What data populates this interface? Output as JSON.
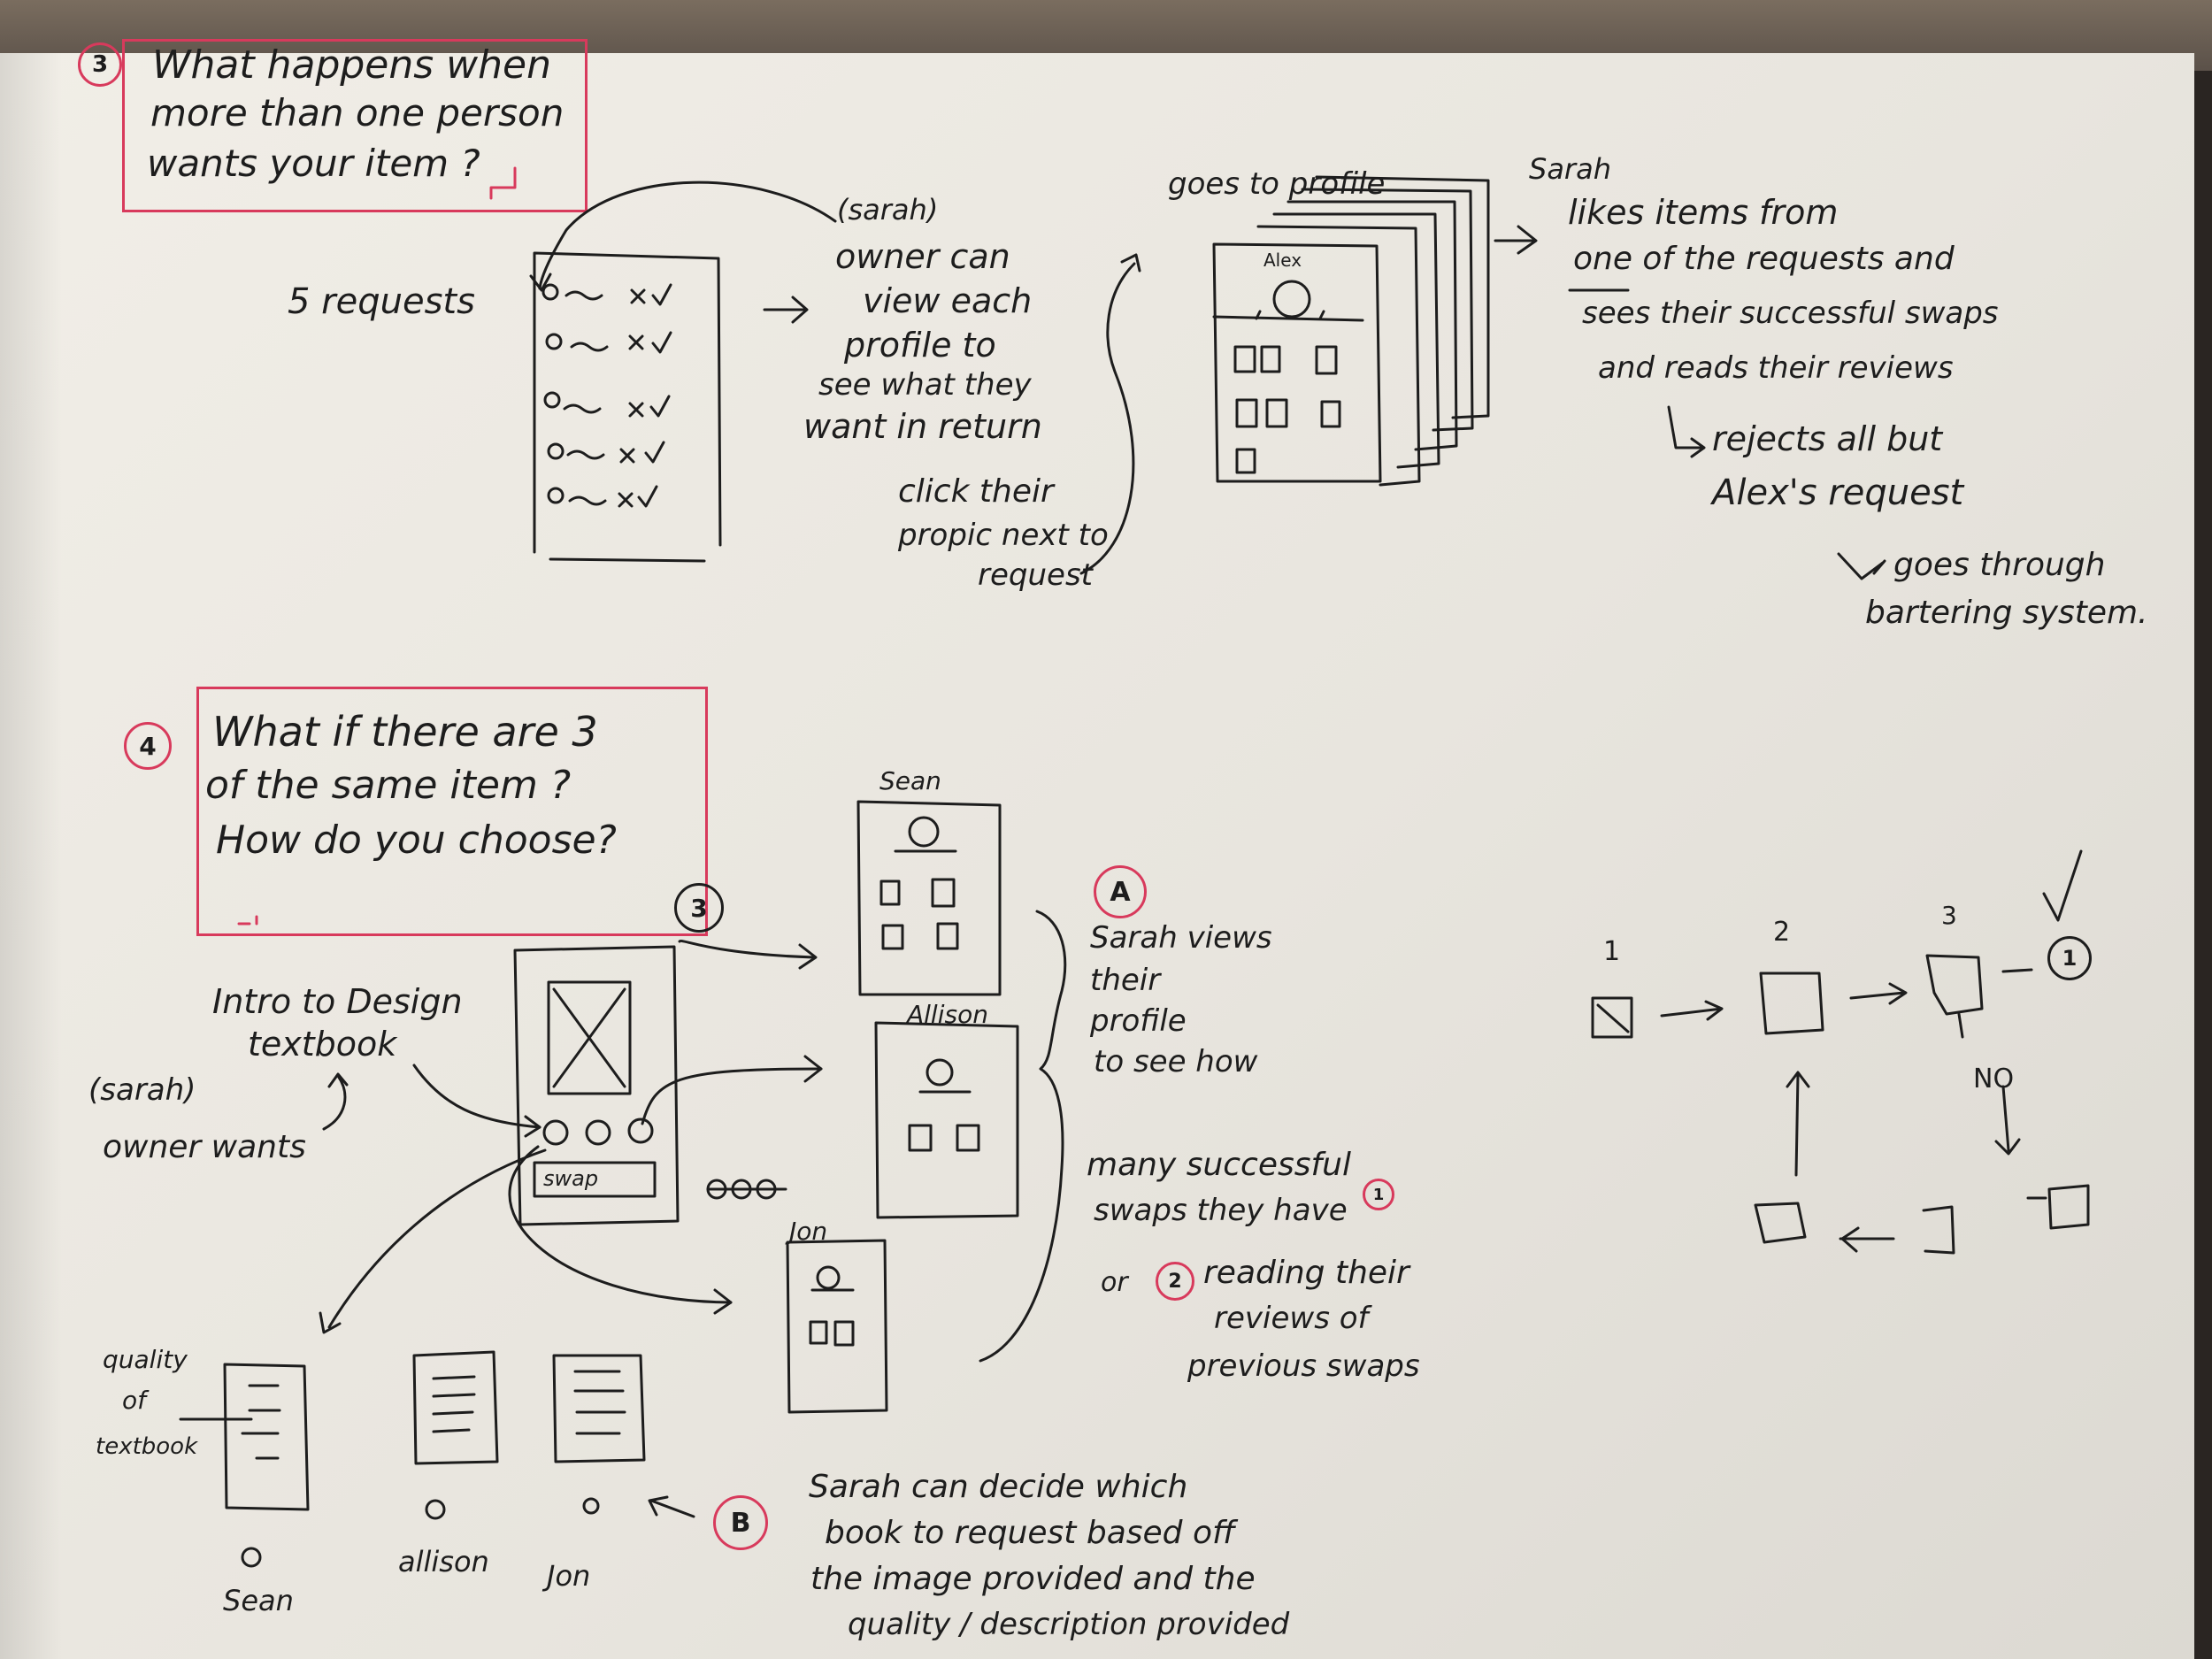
{
  "colors": {
    "ink": "#1d1d1d",
    "red": "#d83a5c",
    "paper": "#ece9e2"
  },
  "section3": {
    "badge": "3",
    "question": [
      "What happens when",
      "more than one person",
      "wants your item ?"
    ],
    "requests_label": "5 requests",
    "owner_note": [
      "(sarah)",
      "owner can",
      "view each",
      "profile to",
      "see what they",
      "want in return"
    ],
    "click_note": [
      "click their",
      "propic next to",
      "request"
    ],
    "goes_to_profile": "goes to profile",
    "profile_name": "Alex",
    "sarah_note": [
      "Sarah",
      "likes items from",
      "one of the requests and",
      "sees their successful swaps",
      "and reads their reviews"
    ],
    "rejects_note": [
      "rejects all but",
      "Alex's request"
    ],
    "bartering_note": [
      "goes through",
      "bartering system."
    ]
  },
  "section4": {
    "badge": "4",
    "question": [
      "What if there are 3",
      "of the same item ?",
      "How do you choose?"
    ],
    "screen_badge": "3",
    "textbook_label": [
      "Intro to Design",
      "textbook"
    ],
    "owner_wants": [
      "(sarah)",
      "owner wants"
    ],
    "swap_label": "swap",
    "people": [
      "Sean",
      "Allison",
      "Jon"
    ],
    "a_badge": "A",
    "a_note": [
      "Sarah views",
      "their",
      "profile",
      "to see how",
      "many successful",
      "swaps they have"
    ],
    "a_note_1": "1",
    "or_label": "or",
    "a_note_2": "2",
    "a_note_2_text": [
      "reading their",
      "reviews of",
      "previous swaps"
    ],
    "quality_label": [
      "quality",
      "of",
      "textbook"
    ],
    "owners_row": [
      "Sean",
      "allison",
      "Jon"
    ],
    "b_badge": "B",
    "b_note": [
      "Sarah can decide which",
      "book to request based off",
      "the image provided and the",
      "quality / description provided"
    ]
  },
  "flow": {
    "step_labels": [
      "1",
      "2",
      "3"
    ],
    "branch_one": "1",
    "no_label": "NO"
  }
}
